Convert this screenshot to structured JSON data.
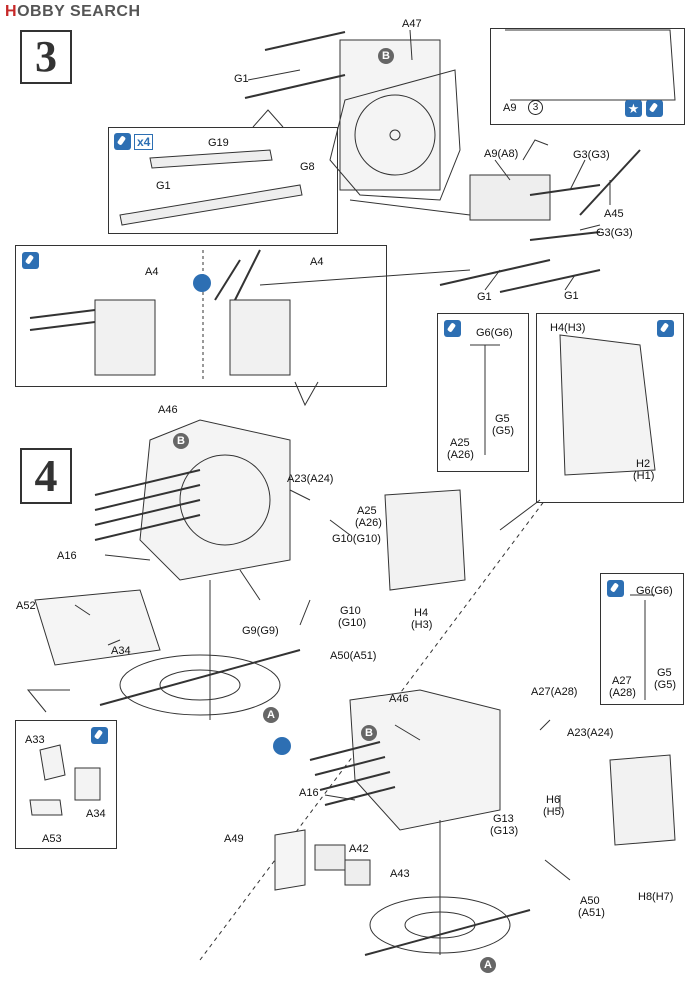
{
  "header": {
    "brand_hobby": "H",
    "brand_rest": "OBBY SEARCH"
  },
  "steps": {
    "step3": "3",
    "step4": "4"
  },
  "step3_callout_kit": {
    "count": "x4",
    "g19": "G19",
    "g8": "G8",
    "g1": "G1"
  },
  "step3_callout_detail": {
    "a9": "A9",
    "ref": "3"
  },
  "step3_labels": {
    "a47": "A47",
    "b": "B",
    "g1_top": "G1",
    "a9a8": "A9(A8)",
    "g3g3_top": "G3(G3)",
    "a45": "A45",
    "g3g3_mid": "G3(G3)",
    "g1_left": "G1",
    "g1_right": "G1"
  },
  "step3_compare": {
    "a4_left": "A4",
    "a4_right": "A4"
  },
  "step4_callout_g6": {
    "g6": "G6(G6)",
    "g5": "G5",
    "g5b": "(G5)",
    "a25": "A25",
    "a26": "(A26)"
  },
  "step4_callout_h4": {
    "h4h3": "H4(H3)",
    "h2": "H2",
    "h1": "(H1)"
  },
  "step4_labels": {
    "a46": "A46",
    "b": "B",
    "a23a24": "A23(A24)",
    "a25": "A25",
    "a26": "(A26)",
    "g10g10_a": "G10(G10)",
    "g10": "G10",
    "g10b": "(G10)",
    "a16": "A16",
    "a52": "A52",
    "a34": "A34",
    "g9g9": "G9(G9)",
    "a50a51": "A50(A51)",
    "h4": "H4",
    "h3": "(H3)",
    "a": "A"
  },
  "step4_callout_a33": {
    "a33": "A33",
    "a34": "A34",
    "a53": "A53"
  },
  "step4_alt_callout": {
    "g6": "G6(G6)",
    "g5": "G5",
    "g5b": "(G5)",
    "a27": "A27",
    "a28": "(A28)"
  },
  "step4_alt_labels": {
    "a46": "A46",
    "a27a28": "A27(A28)",
    "b": "B",
    "a23a24": "A23(A24)",
    "a16": "A16",
    "h6": "H6",
    "h5": "(H5)",
    "g13": "G13",
    "g13b": "(G13)",
    "a49": "A49",
    "a42": "A42",
    "a43": "A43",
    "a50": "A50",
    "a51": "(A51)",
    "h8h7": "H8(H7)",
    "a": "A"
  },
  "colors": {
    "glue_blue": "#2d6fb3",
    "brand_red": "#c62828",
    "marker_gray": "#666666"
  }
}
